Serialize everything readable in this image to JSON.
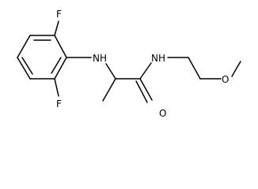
{
  "molecule": {
    "atoms": {
      "fluorine_top": "F",
      "fluorine_bottom": "F",
      "amine_nh": "NH",
      "amide_nh": "NH",
      "carbonyl_oxygen": "O",
      "ether_oxygen": "O"
    }
  }
}
